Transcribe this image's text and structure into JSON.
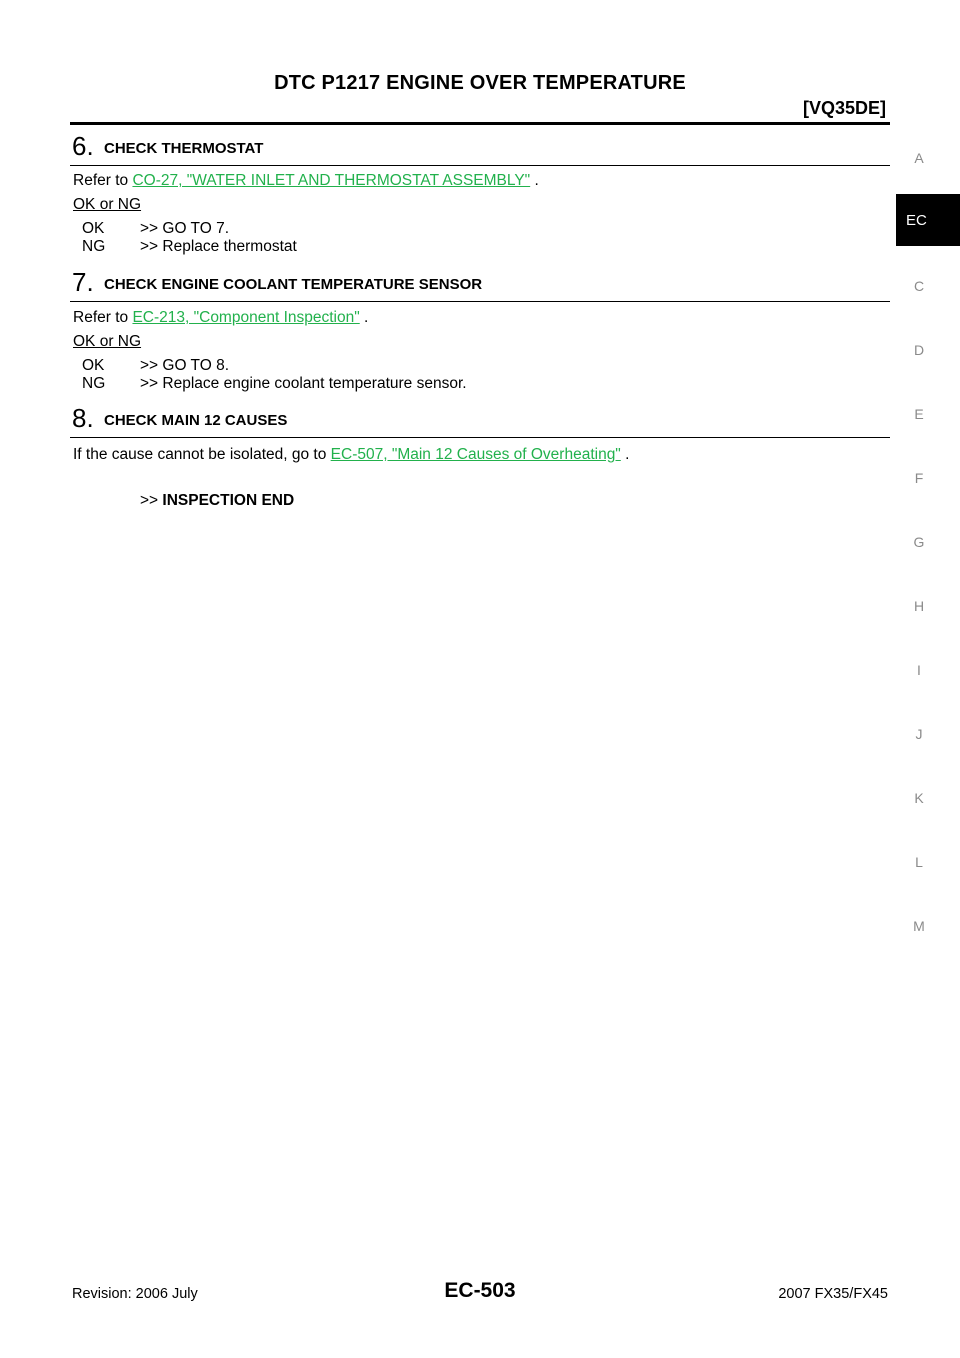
{
  "header": {
    "title": "DTC P1217 ENGINE OVER TEMPERATURE",
    "subtitle": "[VQ35DE]"
  },
  "steps": [
    {
      "number": "6.",
      "title": "CHECK THERMOSTAT",
      "refer_prefix": "Refer to ",
      "link": "CO-27, \"WATER INLET AND THERMOSTAT ASSEMBLY\"",
      "refer_suffix": " .",
      "ok_or_ng": "OK or NG",
      "answers": [
        {
          "key": "OK",
          "text": ">> GO TO 7."
        },
        {
          "key": "NG",
          "text": ">> Replace thermostat"
        }
      ]
    },
    {
      "number": "7.",
      "title": "CHECK ENGINE COOLANT TEMPERATURE SENSOR",
      "refer_prefix": "Refer to ",
      "link": "EC-213, \"Component Inspection\"",
      "refer_suffix": " .",
      "ok_or_ng": "OK or NG",
      "answers": [
        {
          "key": "OK",
          "text": ">> GO TO 8."
        },
        {
          "key": "NG",
          "text": ">> Replace engine coolant temperature sensor."
        }
      ]
    },
    {
      "number": "8.",
      "title": "CHECK MAIN 12 CAUSES",
      "refer_prefix": "If the cause cannot be isolated, go to ",
      "link": "EC-507, \"Main 12 Causes of Overheating\"",
      "refer_suffix": " ."
    }
  ],
  "end": {
    "prefix": ">> ",
    "label": "INSPECTION END"
  },
  "side_index": {
    "letters": [
      "A",
      "C",
      "D",
      "E",
      "F",
      "G",
      "H",
      "I",
      "J",
      "K",
      "L",
      "M"
    ],
    "active": "EC"
  },
  "footer": {
    "revision": "Revision: 2006 July",
    "page": "EC-503",
    "model": "2007 FX35/FX45"
  },
  "colors": {
    "link": "#22b14c",
    "side_letters": "#8a8a8a",
    "active_tab": "#000000"
  }
}
